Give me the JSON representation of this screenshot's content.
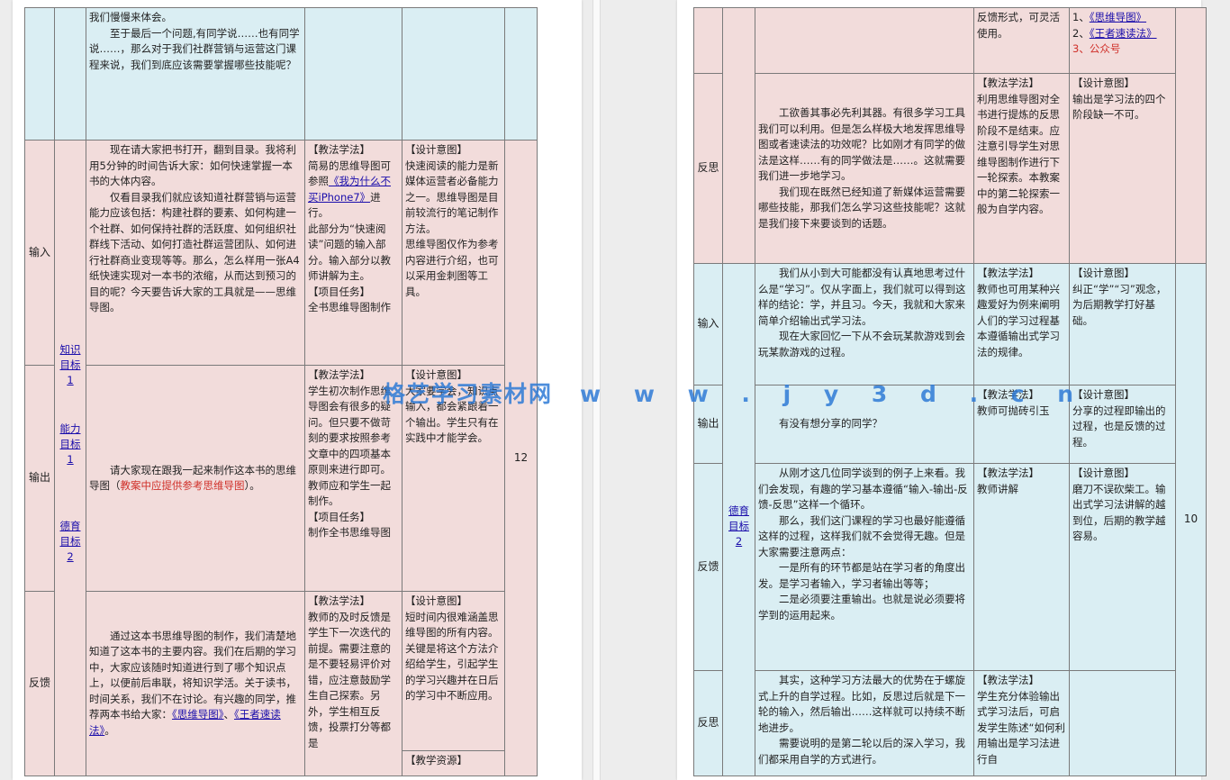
{
  "left_page": {
    "row_top": {
      "content": "我们慢慢来体会。\n　　至于最后一个问题,有同学说……也有同学说……，那么对于我们社群营销与运营这门课程来说，我们到底应该需要掌握哪些技能呢？"
    },
    "row_input": {
      "phase": "输入",
      "content": "　　现在请大家把书打开，翻到目录。我将利用5分钟的时间告诉大家：如何快速掌握一本书的大体内容。\n　　仅看目录我们就应该知道社群营销与运营能力应该包括：构建社群的要素、如何构建一个社群、如何保持社群的活跃度、如何组织社群线下活动、如何打造社群运营团队、如何进行社群商业变现等等。那么，怎么样用一张A4纸快速实现对一本书的浓缩，从而达到预习的目的呢？今天要告诉大家的工具就是——思维导图。",
      "method_header": "【教法学法】",
      "method_pre": "简易的思维导图可参照",
      "method_link": "《我为什么不买iPhone7》",
      "method_post": "进行。\n此部分为“快速阅读”问题的输入部分。输入部分以教师讲解为主。",
      "task_header": "【项目任务】",
      "task_text": "全书思维导图制作",
      "design_header": "【设计意图】",
      "design_text": "快速阅读的能力是新媒体运营者必备能力之一。思维导图是目前较流行的笔记制作方法。\n思维导图仅作为参考内容进行介绍，也可以采用金刺图等工具。"
    },
    "row_output": {
      "phase": "输出",
      "content_pre": "　　请大家现在跟我一起来制作这本书的思维导图（",
      "content_red": "教案中应提供参考思维导图",
      "content_post": "）。",
      "method_header": "【教法学法】",
      "method_text": "学生初次制作思维导图会有很多的疑问。但只要不做苛刻的要求按照参考文章中的四项基本原则来进行即可。\n教师应和学生一起制作。",
      "task_header": "【项目任务】",
      "task_text": "制作全书思维导图",
      "design_header": "【设计意图】",
      "design_text": "大家要学会，知识点输入，都会紧跟着一个输出。学生只有在实践中才能学会。"
    },
    "row_feedback": {
      "phase": "反馈",
      "content_pre": "　　通过这本书思维导图的制作，我们清楚地知道了这本书的主要内容。我们在后期的学习中，大家应该随时知道进行到了哪个知识点上，以便前后串联，将知识学活。关于读书，时间关系，我们不在讨论。有兴趣的同学，推荐两本书给大家：",
      "link1": "《思维导图》",
      "sep": "、",
      "link2": "《王者速读法》",
      "content_post": "。",
      "method_header": "【教法学法】",
      "method_text": "教师的及时反馈是学生下一次迭代的前提。需要注意的是不要轻易评价对错，应注意鼓励学生自己探索。另外，学生相互反馈，投票打分等都是",
      "design_header": "【设计意图】",
      "design_text": "短时间内很难涵盖思维导图的所有内容。关键是将这个方法介绍给学生，引起学生的学习兴趣并在日后的学习中不断应用。",
      "resource_header": "【教学资源】"
    },
    "objectives": [
      {
        "l1": "知识",
        "l2": "目标",
        "l3": "1"
      },
      {
        "l1": "能力",
        "l2": "目标",
        "l3": "1"
      },
      {
        "l1": "德育",
        "l2": "目标",
        "l3": "2"
      }
    ],
    "minutes": "12"
  },
  "right_page": {
    "row_top": {
      "method_text": "反馈形式，可灵活使用。",
      "res1_num": "1、",
      "res1_link": "《思维导图》",
      "res2_num": "2、",
      "res2_link": "《王者速读法》",
      "res3": "3、公众号"
    },
    "row_reflect": {
      "phase": "反思",
      "content": "　　工欲善其事必先利其器。有很多学习工具我们可以利用。但是怎么样极大地发挥思维导图或者速读法的功效呢？比如刚才有同学的做法是这样……有的同学做法是……。这就需要我们进一步地学习。\n　　我们现在既然已经知道了新媒体运营需要哪些技能，那我们怎么学习这些技能呢？这就是我们接下来要谈到的话题。",
      "method_header": "【教法学法】",
      "method_text": "利用思维导图对全书进行提炼的反思阶段不是结束。应注意引导学生对思维导图制作进行下一轮探索。本教案中的第二轮探索一般为自学内容。",
      "design_header": "【设计意图】",
      "design_text": "输出是学习法的四个阶段缺一不可。"
    },
    "row_input": {
      "phase": "输入",
      "content": "　　我们从小到大可能都没有认真地思考过什么是“学习”。仅从字面上，我们就可以得到这样的结论：学，并且习。今天，我就和大家来简单介绍输出式学习法。\n　　现在大家回忆一下从不会玩某款游戏到会玩某款游戏的过程。",
      "method_header": "【教法学法】",
      "method_text": "教师也可用某种兴趣爱好为例来阐明人们的学习过程基本遵循输出式学习法的规律。",
      "design_header": "【设计意图】",
      "design_text": "纠正“学”“习”观念，为后期教学打好基础。"
    },
    "row_output": {
      "phase": "输出",
      "content": "　　有没有想分享的同学？",
      "method_header": "【教法学法】",
      "method_text": "教师可抛砖引玉",
      "design_header": "【设计意图】",
      "design_text": "分享的过程即输出的过程，也是反馈的过程。"
    },
    "row_feedback": {
      "phase": "反馈",
      "content": "　　从刚才这几位同学谈到的例子上来看。我们会发现，有趣的学习基本遵循“输入-输出-反馈-反思”这样一个循环。\n　　那么，我们这门课程的学习也最好能遵循这样的过程，这样我们就不会觉得无趣。但是大家需要注意两点：\n　　一是所有的环节都是站在学习者的角度出发。是学习者输入，学习者输出等等；\n　　二是必须要注重输出。也就是说必须要将学到的运用起来。",
      "method_header": "【教法学法】",
      "method_text": "教师讲解",
      "design_header": "【设计意图】",
      "design_text": "磨刀不误砍柴工。输出式学习法讲解的越到位，后期的教学越容易。"
    },
    "row_reflect2": {
      "phase": "反思",
      "content": "　　其实，这种学习方法最大的优势在于螺旋式上升的自学过程。比如，反思过后就是下一轮的输入，然后输出……这样就可以持续不断地进步。\n　　需要说明的是第二轮以后的深入学习，我们都采用自学的方式进行。",
      "method_header": "【教法学法】",
      "method_text": "学生充分体验输出式学习法后，可启发学生陈述“如何利用输出是学习法进行自"
    },
    "objective": {
      "l1": "德育",
      "l2": "目标",
      "l3": "2"
    },
    "minutes": "10"
  },
  "watermark": {
    "cn": "格艺学习素材网",
    "url": "w w w . j y 3 d . c n"
  }
}
